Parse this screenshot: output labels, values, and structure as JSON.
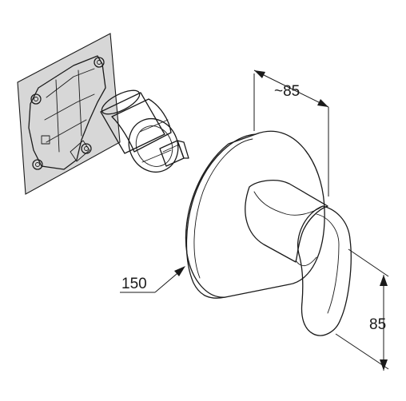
{
  "dimensions": {
    "depth_label": "~85",
    "diameter_label": "150",
    "height_label": "85"
  }
}
